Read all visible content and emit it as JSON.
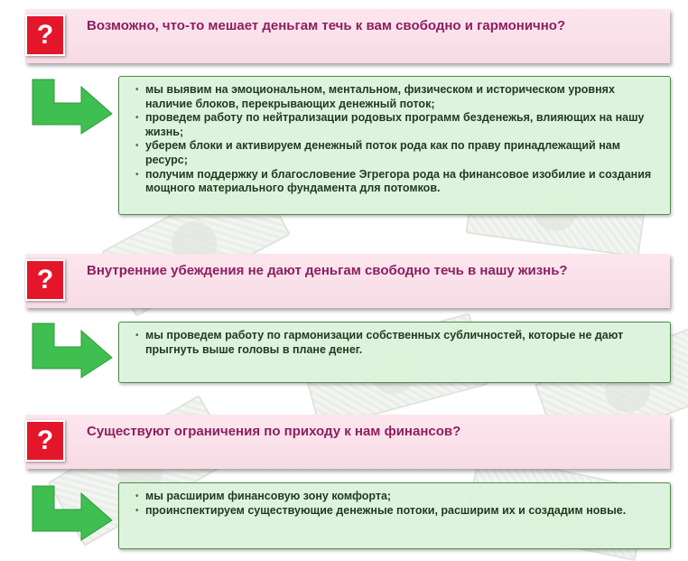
{
  "blocks": [
    {
      "question_mark": "?",
      "question": "Возможно, что-то мешает деньгам  течь к вам свободно и гармонично?",
      "answers": [
        "мы выявим на эмоциональном, ментальном, физическом и историческом уровнях наличие блоков, перекрывающих денежный поток;",
        "проведем работу по нейтрализации родовых программ безденежья, влияющих на нашу жизнь;",
        "уберем блоки и активируем денежный поток рода как по праву принадлежащий нам ресурс;",
        "получим поддержку и благословение Эгрегора рода на финансовое изобилие и создания мощного материального фундамента для потомков."
      ]
    },
    {
      "question_mark": "?",
      "question": "Внутренние убеждения не дают деньгам свободно течь в нашу жизнь?",
      "answers": [
        "мы проведем работу по гармонизации собственных субличностей, которые не дают прыгнуть выше головы в плане денег."
      ]
    },
    {
      "question_mark": "?",
      "question": "Существуют ограничения по приходу к нам финансов?",
      "answers": [
        "мы расширим финансовую зону комфорта;",
        "проинспектируем существующие денежные потоки, расширим их и создадим новые."
      ]
    }
  ],
  "colors": {
    "question_text": "#8c1f62",
    "question_bar": "#fce6ee",
    "question_mark_bg": "#e4172a",
    "answer_bg": "#dcf2da",
    "answer_border": "#4a8a4a",
    "arrow": "#3fbf4f"
  },
  "icons": [
    "question-mark-icon",
    "bent-arrow-right-icon"
  ]
}
